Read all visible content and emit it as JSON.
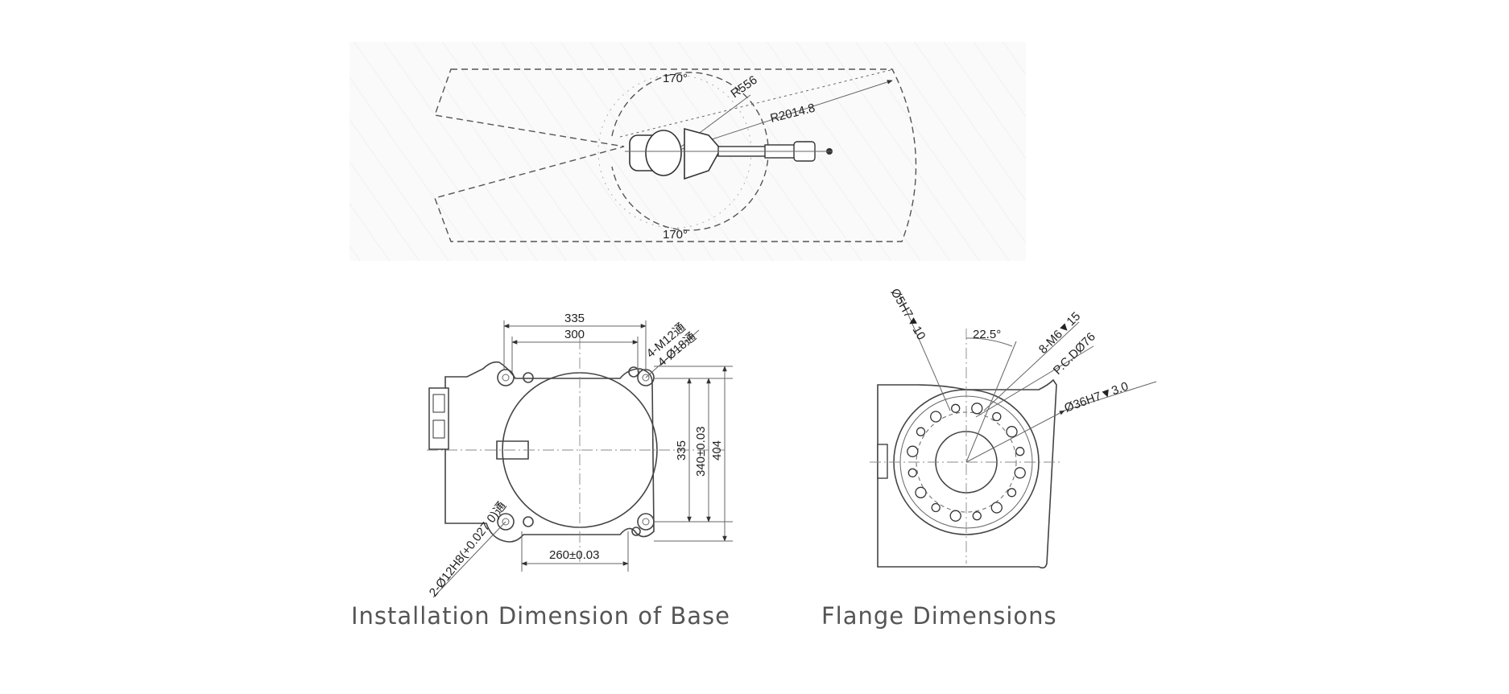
{
  "workspace_diagram": {
    "angle_top": "170°",
    "angle_bottom": "170°",
    "radius_inner": "R556",
    "radius_outer": "R2014.8"
  },
  "base_diagram": {
    "width_outer": "335",
    "width_inner": "300",
    "hole_m12": "4-M12通",
    "hole_d18": "4-Ø18通",
    "height_335": "335",
    "height_340": "340±0.03",
    "height_404": "404",
    "bottom_260": "260±0.03",
    "pin_hole": "2-Ø12H8(+0.027 0)通"
  },
  "flange_diagram": {
    "pin": "Ø5H7▼10",
    "angle": "22.5°",
    "threads": "8-M6▼15",
    "pcd": "P.C.DØ76",
    "bore": "Ø36H7▼3.0"
  },
  "captions": {
    "base": "Installation Dimension of Base",
    "flange": "Flange Dimensions"
  }
}
